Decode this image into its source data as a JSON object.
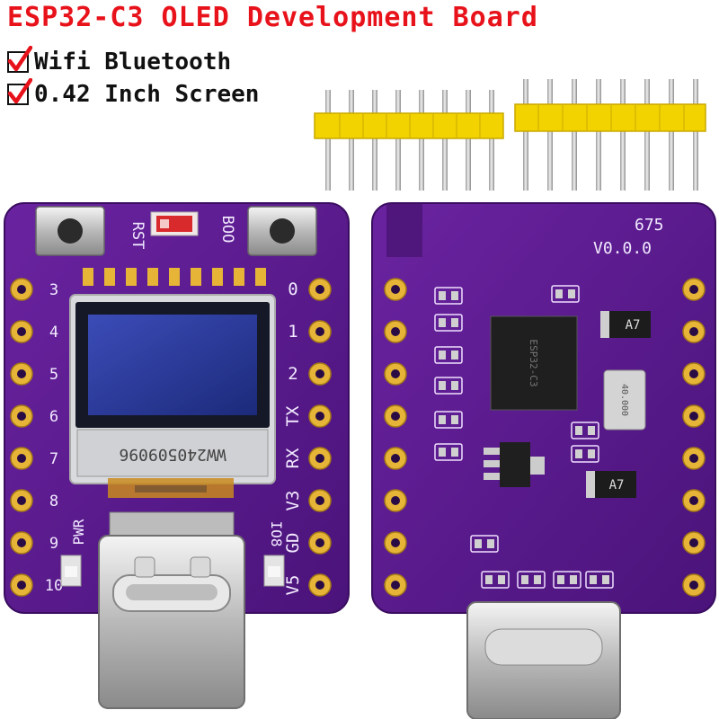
{
  "title": "ESP32-C3 OLED Development Board",
  "features": [
    {
      "label": "Wifi Bluetooth",
      "checked": true
    },
    {
      "label": "0.42 Inch Screen",
      "checked": true
    }
  ],
  "colors": {
    "title": "#e8121b",
    "pcb": "#5b1c8c",
    "pcb_dark": "#3f0f66",
    "header": "#f2d300",
    "gold": "#e6b437",
    "check": "#e8121b"
  },
  "front_board": {
    "buttons": {
      "left": "RST",
      "right": "BOO"
    },
    "left_pins": [
      "3",
      "4",
      "5",
      "6",
      "7",
      "8",
      "9",
      "10"
    ],
    "right_pins": [
      "0",
      "1",
      "2",
      "TX",
      "RX",
      "V3",
      "GD",
      "V5"
    ],
    "right_side_label": "IO8",
    "left_side_label": "PWR",
    "oled_ribbon_text": "WW240509096"
  },
  "back_board": {
    "board_code": "675",
    "version": "V0.0.0",
    "diode_labels": [
      "A7",
      "A7"
    ],
    "chip_text": "ESP32-C3",
    "crystal_text": "40.000"
  }
}
